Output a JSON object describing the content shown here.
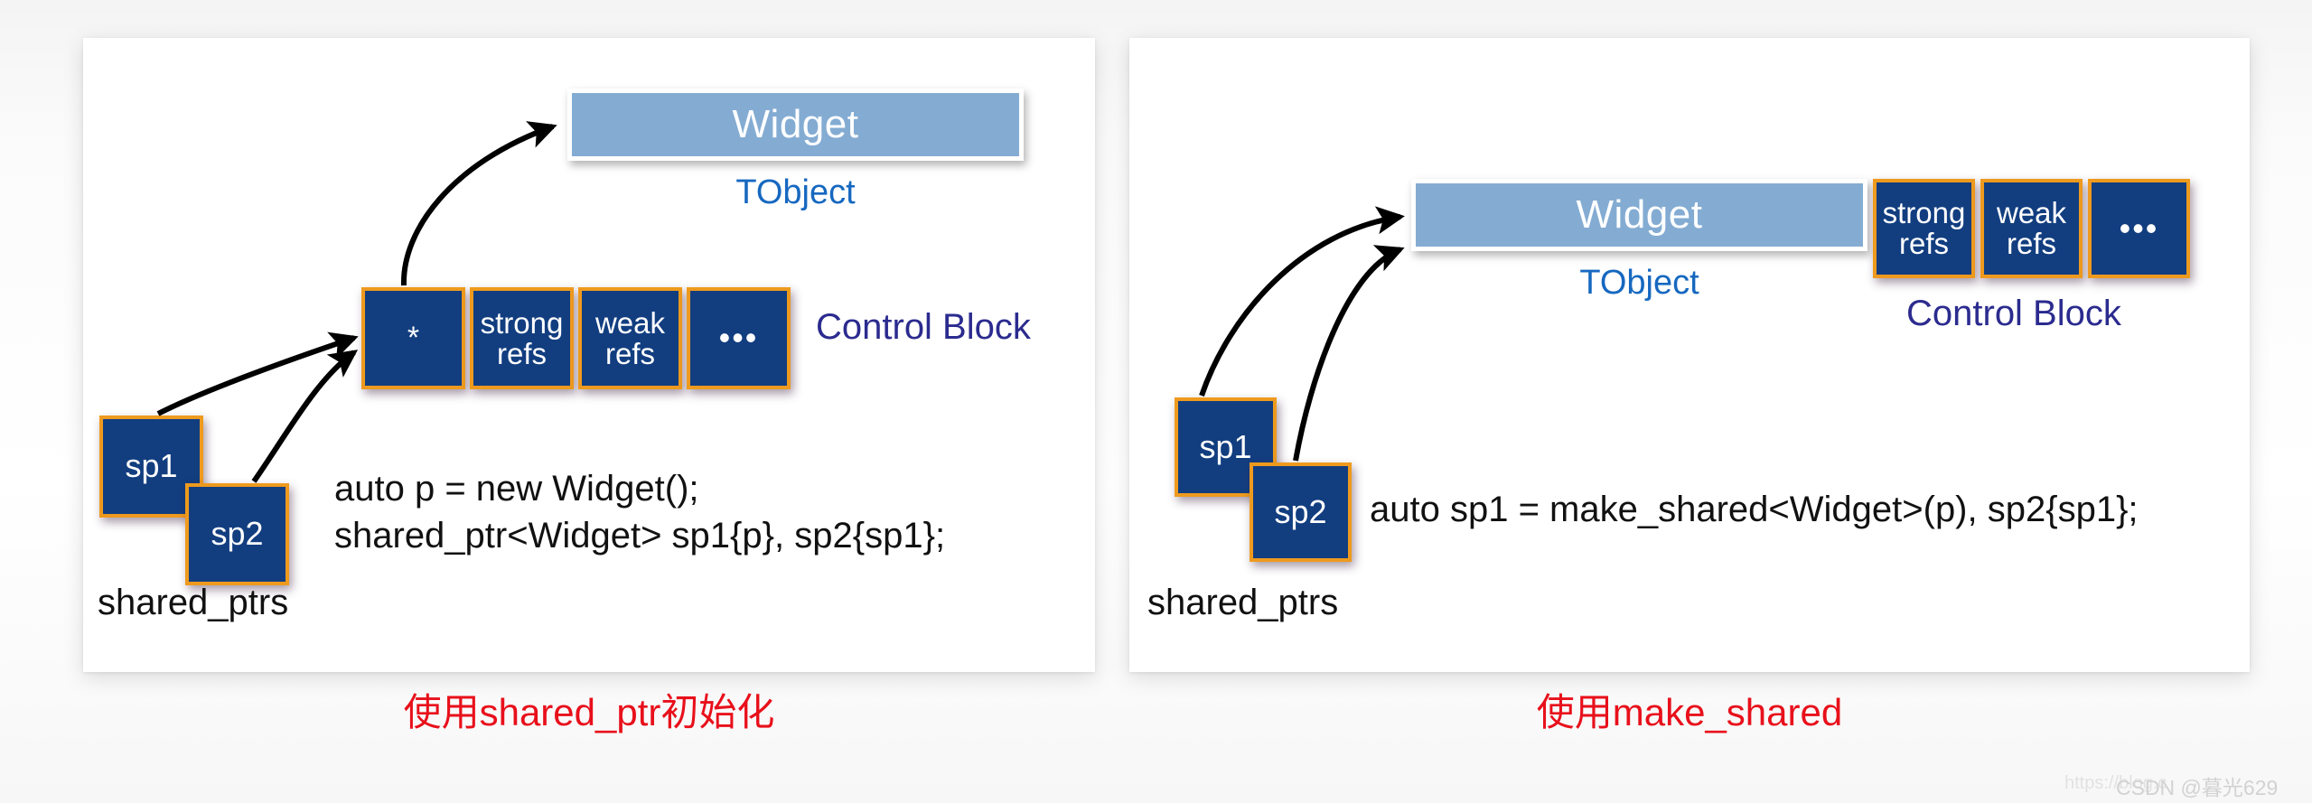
{
  "panels": [
    {
      "id": "shared-ptr-init",
      "caption": "使用shared_ptr初始化",
      "heap_object": {
        "title": "Widget",
        "subtitle": "TObject"
      },
      "control_block": {
        "label": "Control Block",
        "cells": [
          "*",
          "strong\nrefs",
          "weak\nrefs",
          "•••"
        ]
      },
      "pointers": {
        "cells": [
          "sp1",
          "sp2"
        ],
        "label": "shared_ptrs"
      },
      "code": "auto p = new Widget();\nshared_ptr<Widget> sp1{p}, sp2{sp1};"
    },
    {
      "id": "make-shared",
      "caption": "使用make_shared",
      "heap_object": {
        "title": "Widget",
        "subtitle": "TObject"
      },
      "control_block": {
        "label": "Control Block",
        "cells": [
          "strong\nrefs",
          "weak\nrefs",
          "•••"
        ]
      },
      "pointers": {
        "cells": [
          "sp1",
          "sp2"
        ],
        "label": "shared_ptrs"
      },
      "code": "auto sp1 = make_shared<Widget>(p), sp2{sp1};"
    }
  ],
  "colors": {
    "object_fill": "#84ACD3",
    "cell_fill": "#123E80",
    "cell_border": "#EE9A1E",
    "tobject_text": "#1668C0",
    "control_block_text": "#2B2B8F",
    "caption_text": "#E8101B"
  },
  "watermark": {
    "url": "https://blog.c",
    "name": "CSDN @暮光629"
  }
}
